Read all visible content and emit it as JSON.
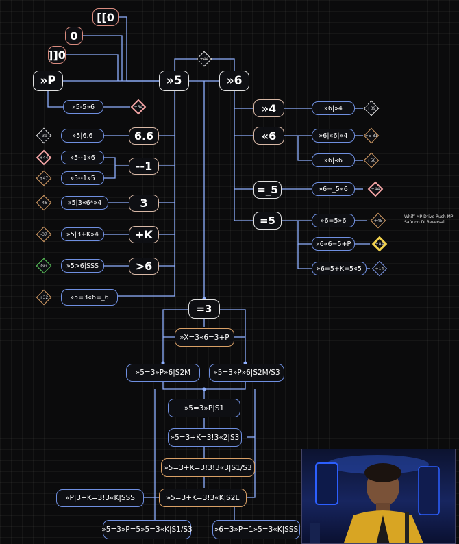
{
  "diagram": {
    "start_nodes": [
      "[[0",
      "0",
      "]]0",
      "»P"
    ],
    "hubs": {
      "h5": "»5",
      "h6": "»6",
      "eq3": "=3"
    },
    "top_diamond": "+44",
    "left_column": {
      "b_5_5_6": "»5-5»6",
      "b_5_66": "»5|6.6",
      "b_5_1_6": "»5--1»6",
      "b_5_1_5": "»5--1»5",
      "b_5_3_6_4": "»5|3«6*»4",
      "b_5_3k4": "»5|3+K»4",
      "b_5_6sss": "»5>6|SSS",
      "b_5_3_6_6": "»5=3«6=_6"
    },
    "left_cmds": {
      "c66": "6.6",
      "c1": "--1",
      "c3": "3",
      "ck": "+K",
      "c6": ">6"
    },
    "left_diamonds": {
      "d64": "+64",
      "dm39": "-39",
      "d44": "+44",
      "d47": "+47",
      "d46": "-46",
      "d37": "-37",
      "dgg": "GG",
      "d32": "+32"
    },
    "right_cmds": {
      "r4": "»4",
      "r6": "«6",
      "r_5": "=_5",
      "r5": "=5"
    },
    "right_column": {
      "b6_4": "»6|»4",
      "b6_6_4": "»6|«6|»4",
      "b6_6": "»6|«6",
      "b6_5_6": "»6=_5»6",
      "b6_56": "»6=5»6",
      "b6_6_5p": "»6«6=5+P",
      "b6_5k": "»6=5+K=5«5"
    },
    "right_diamonds": {
      "d39": "+39",
      "d81": "+5-81",
      "d56": "+56",
      "d44b": "+44",
      "d45": "+45",
      "d84": "+84",
      "d14": "+14"
    },
    "note": "Whiff MP Drive Rush MP\nSafe on DI Reversal",
    "bottom": {
      "x3": "»X=3«6=3+P",
      "s2m": "»5=3»P»6|S2M",
      "s2m3": "»5=3»P»6|S2M/S3",
      "s1": "»5=3»P|S1",
      "s3": "»5=3+K=3!3«2|S3",
      "s13": "»5=3+K=3!3!3«3|S1/S3",
      "s2l": "»5=3+K=3!3«K|S2L",
      "psss": "»P|3+K=3!3«K|SSS",
      "s13b": "»5=3»P=5»5=3«K|S1/S3",
      "sss6": "»6=3»P=1»5=3«K|SSS"
    }
  },
  "colors": {
    "wire": "#8fb0ff",
    "start_border": "#d98b7e",
    "blue_border": "#6f8fe0",
    "orange_border": "#d9a066",
    "pink": "#f5a5a5",
    "gold": "#f2d24e"
  }
}
